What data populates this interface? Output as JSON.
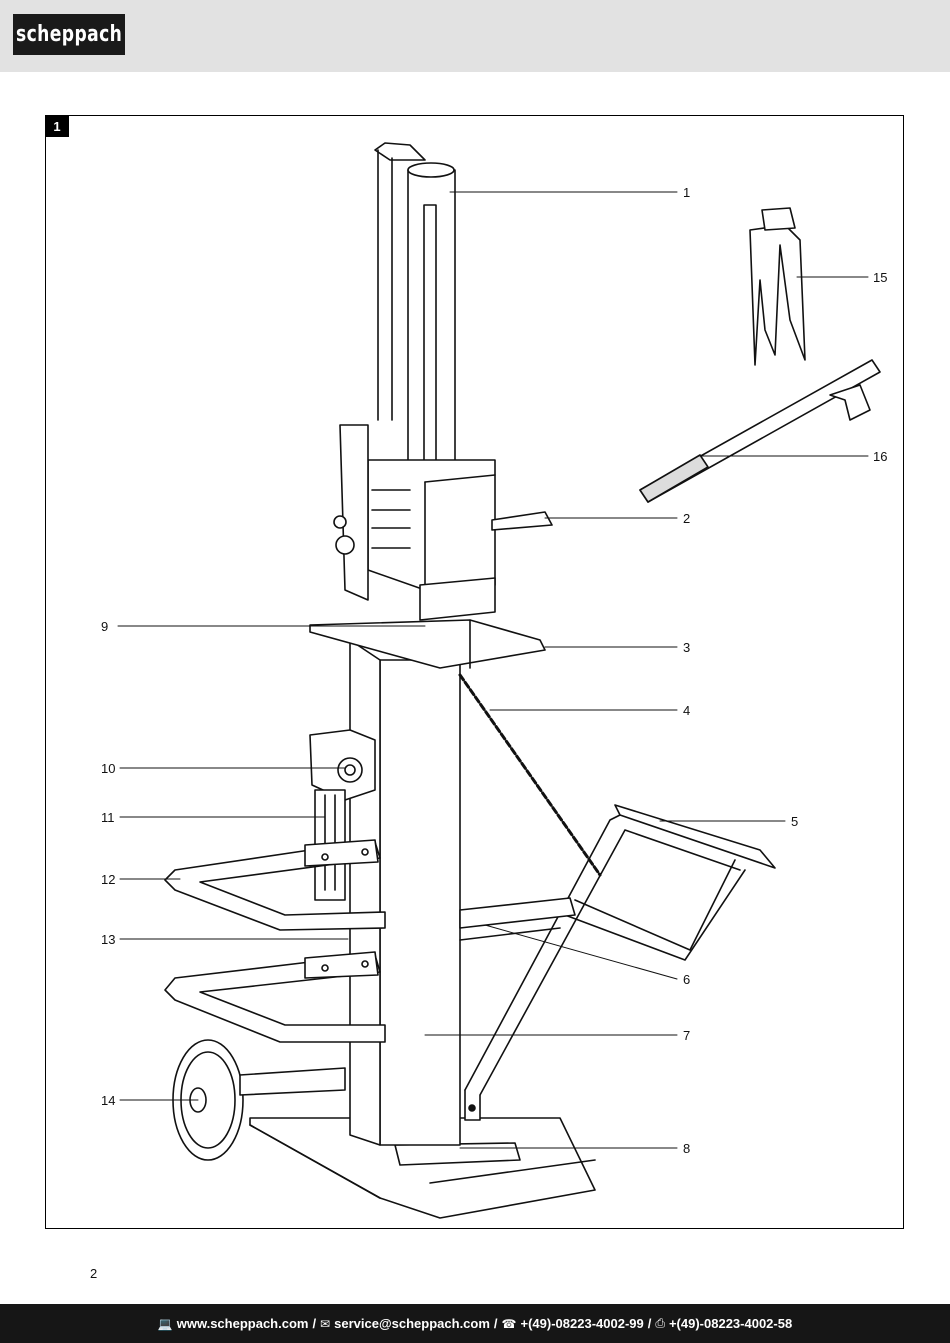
{
  "brand": {
    "logo_text": "scheppach"
  },
  "figure": {
    "number": "1",
    "callouts": [
      "1",
      "2",
      "3",
      "4",
      "5",
      "6",
      "7",
      "8",
      "9",
      "10",
      "11",
      "12",
      "13",
      "14",
      "15",
      "16"
    ]
  },
  "page_number": "2",
  "footer": {
    "web_icon": "computer-icon",
    "web": "www.scheppach.com",
    "mail_icon": "envelope-icon",
    "mail": "service@scheppach.com",
    "phone_icon": "telephone-icon",
    "phone": "+(49)-08223-4002-99",
    "fax_icon": "fax-icon",
    "fax": "+(49)-08223-4002-58",
    "separator": "/"
  }
}
